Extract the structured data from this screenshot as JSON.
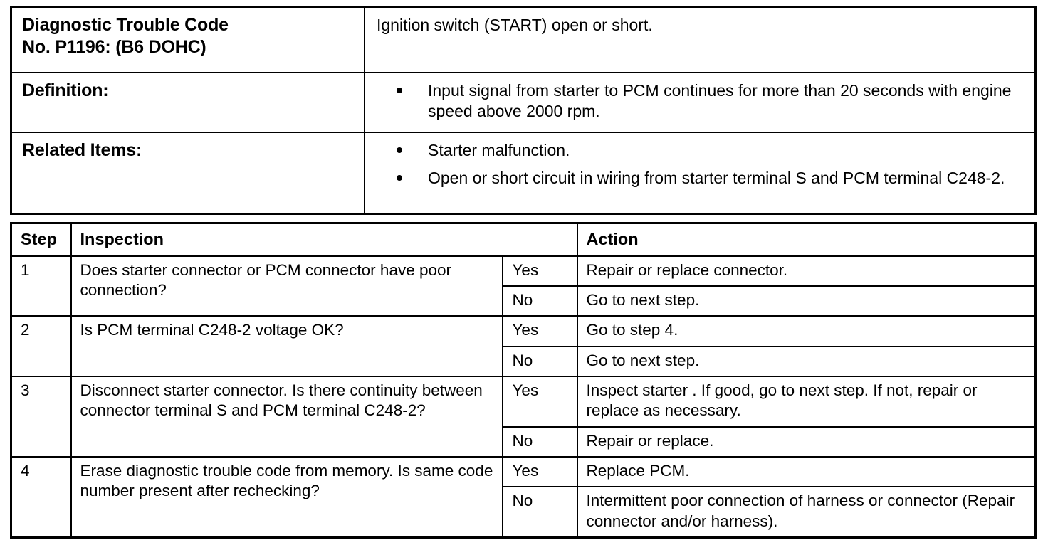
{
  "dtc": {
    "rows": [
      {
        "label": "Diagnostic Trouble Code No. P1196: (B6 DOHC)",
        "label_line1": "Diagnostic Trouble Code",
        "label_line2": "No. P1196: (B6 DOHC)",
        "text": "Ignition switch (START) open or short.",
        "bullets": []
      },
      {
        "label": "Definition:",
        "text": "",
        "bullets": [
          "Input signal from starter to PCM continues for more than 20 seconds with engine speed above 2000 rpm."
        ]
      },
      {
        "label": "Related Items:",
        "text": "",
        "bullets": [
          "Starter malfunction.",
          "Open or short circuit in wiring from starter terminal S and PCM terminal C248-2."
        ]
      }
    ]
  },
  "steps": {
    "headers": {
      "step": "Step",
      "inspection": "Inspection",
      "action": "Action"
    },
    "rows": [
      {
        "step": "1",
        "inspection": "Does starter connector or PCM connector have poor connection?",
        "outcomes": [
          {
            "answer": "Yes",
            "action": "Repair or replace connector."
          },
          {
            "answer": "No",
            "action": "Go to next step."
          }
        ]
      },
      {
        "step": "2",
        "inspection": "Is PCM terminal C248-2 voltage OK?",
        "outcomes": [
          {
            "answer": "Yes",
            "action": "Go to step 4."
          },
          {
            "answer": "No",
            "action": "Go to next step."
          }
        ]
      },
      {
        "step": "3",
        "inspection": "Disconnect starter connector.  Is there continuity between connector terminal S and PCM terminal C248-2?",
        "outcomes": [
          {
            "answer": "Yes",
            "action": "Inspect starter . If good, go to next step. If not, repair or replace as necessary."
          },
          {
            "answer": "No",
            "action": "Repair or replace."
          }
        ]
      },
      {
        "step": "4",
        "inspection": "Erase diagnostic trouble code from memory. Is same code number present after rechecking?",
        "outcomes": [
          {
            "answer": "Yes",
            "action": "Replace PCM."
          },
          {
            "answer": "No",
            "action": "Intermittent poor connection of harness or connector (Repair connector and/or harness)."
          }
        ]
      }
    ]
  },
  "colors": {
    "ink": "#000000",
    "paper": "#ffffff"
  }
}
